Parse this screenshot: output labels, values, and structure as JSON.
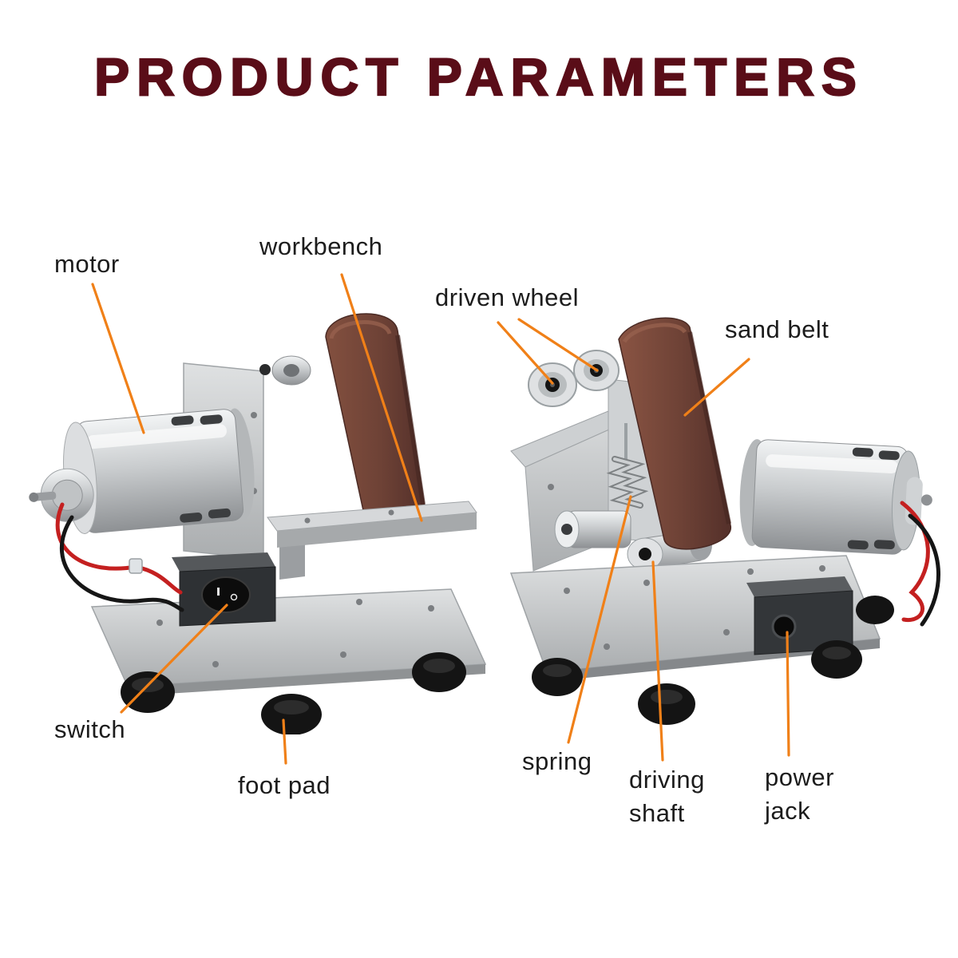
{
  "title": "PRODUCT PARAMETERS",
  "annotations": {
    "motor": "motor",
    "workbench": "workbench",
    "driven_wheel": "driven wheel",
    "sand_belt": "sand belt",
    "switch": "switch",
    "foot_pad": "foot pad",
    "spring": "spring",
    "driving_shaft": "driving shaft",
    "power_jack": "power jack"
  },
  "colors": {
    "title_text": "#5a0d18",
    "label_text": "#1c1c1c",
    "leader_line": "#f08018",
    "sand_belt": "#6e4236",
    "metal_light": "#e8eaec",
    "metal_dark": "#9fa3a6",
    "foot_pad": "#141414",
    "background": "#ffffff"
  }
}
